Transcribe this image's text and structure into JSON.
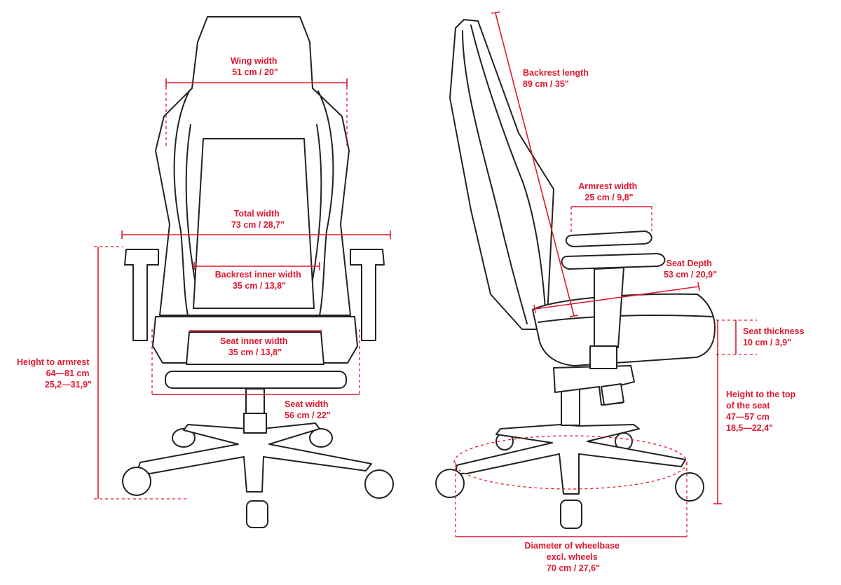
{
  "colors": {
    "accent": "#e0182f",
    "outline": "#222222",
    "background": "#ffffff"
  },
  "labels": {
    "wing_width": [
      "Wing width",
      "51 cm / 20\""
    ],
    "total_width": [
      "Total width",
      "73 cm / 28,7\""
    ],
    "backrest_inner_width": [
      "Backrest inner width",
      "35 cm / 13,8\""
    ],
    "seat_inner_width": [
      "Seat inner width",
      "35 cm / 13,8\""
    ],
    "seat_width": [
      "Seat width",
      "56 cm / 22\""
    ],
    "height_to_armrest": [
      "Height to armrest",
      "64—81 cm",
      "25,2—31,9\""
    ],
    "backrest_length": [
      "Backrest length",
      "89 cm / 35\""
    ],
    "armrest_width": [
      "Armrest width",
      "25 cm / 9,8\""
    ],
    "seat_depth": [
      "Seat Depth",
      "53 cm / 20,9\""
    ],
    "seat_thickness": [
      "Seat thickness",
      "10 cm / 3,9\""
    ],
    "height_to_top_of_seat": [
      "Height to the top",
      "of the seat",
      "47—57 cm",
      "18,5—22,4\""
    ],
    "diameter_of_wheelbase": [
      "Diameter of wheelbase",
      "excl. wheels",
      "70 cm / 27,6\""
    ]
  }
}
